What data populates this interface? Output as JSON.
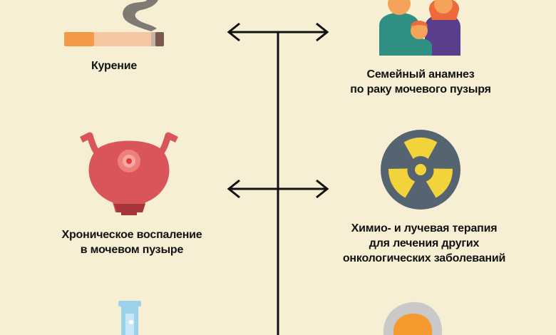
{
  "colors": {
    "background": "#f7efd3",
    "line": "#111111",
    "bladder": "#d9555a",
    "bladder_dark": "#a8343b",
    "radiation_bg": "#566371",
    "radiation_symbol": "#f2d43a",
    "family_green": "#2f8f83",
    "family_purple": "#5b3f8c",
    "family_orange": "#ef6a3b",
    "cigarette_filter": "#f39a4a",
    "smoke": "#7f7a73",
    "flask": "#9cd2ec",
    "elder_hair": "#c9c9c9",
    "elder_face": "#f59a2f"
  },
  "factors": {
    "smoking": {
      "icon": "cigarette-icon",
      "label": "Курение"
    },
    "family_history": {
      "icon": "family-icon",
      "line1": "Семейный анамнез",
      "line2": "по раку мочевого пузыря"
    },
    "chronic_inflammation": {
      "icon": "bladder-icon",
      "line1": "Хроническое воспаление",
      "line2": "в мочевом пузыре"
    },
    "chemo_radiation": {
      "icon": "radiation-icon",
      "line1": "Химио- и лучевая терапия",
      "line2": "для лечения других",
      "line3": "онкологических заболеваний"
    },
    "chemicals": {
      "icon": "flask-icon"
    },
    "age": {
      "icon": "elderly-person-icon"
    }
  }
}
